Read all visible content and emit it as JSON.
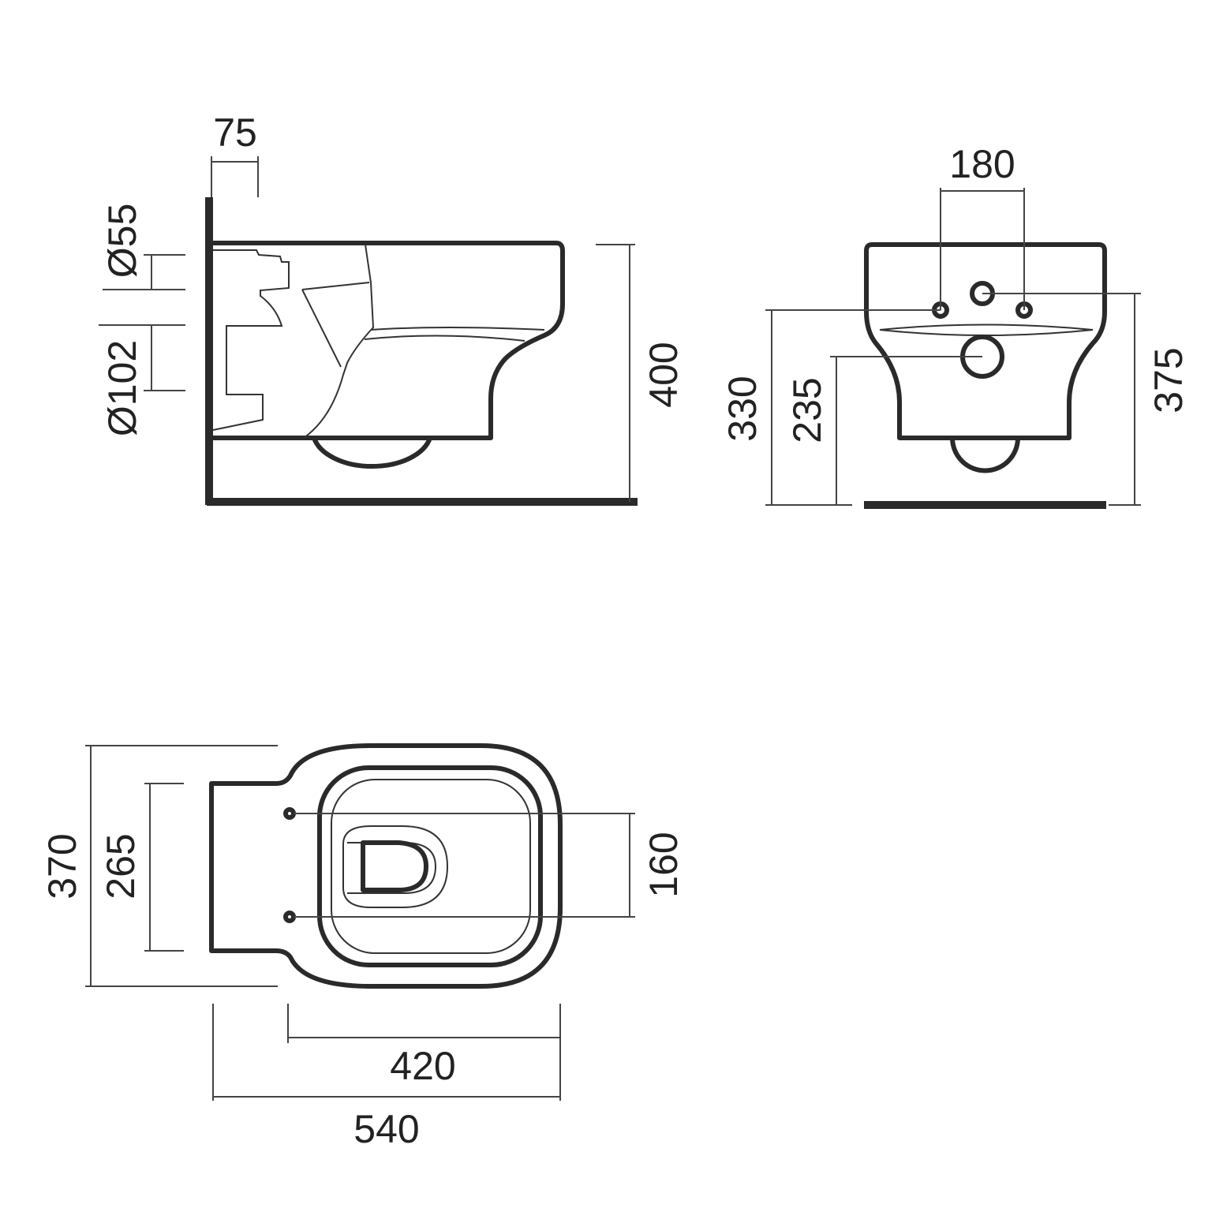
{
  "side_view": {
    "dim_wall_offset": "75",
    "dim_inlet_diameter": "Ø55",
    "dim_outlet_diameter": "Ø102",
    "dim_height": "400"
  },
  "front_view": {
    "dim_fixing_spacing": "180",
    "dim_fixing_height": "330",
    "dim_outlet_height": "235",
    "dim_inlet_height": "375"
  },
  "top_view": {
    "dim_width": "370",
    "dim_back_width": "265",
    "dim_seat_fixing_spacing": "160",
    "dim_bowl_length": "420",
    "dim_total_length": "540"
  }
}
